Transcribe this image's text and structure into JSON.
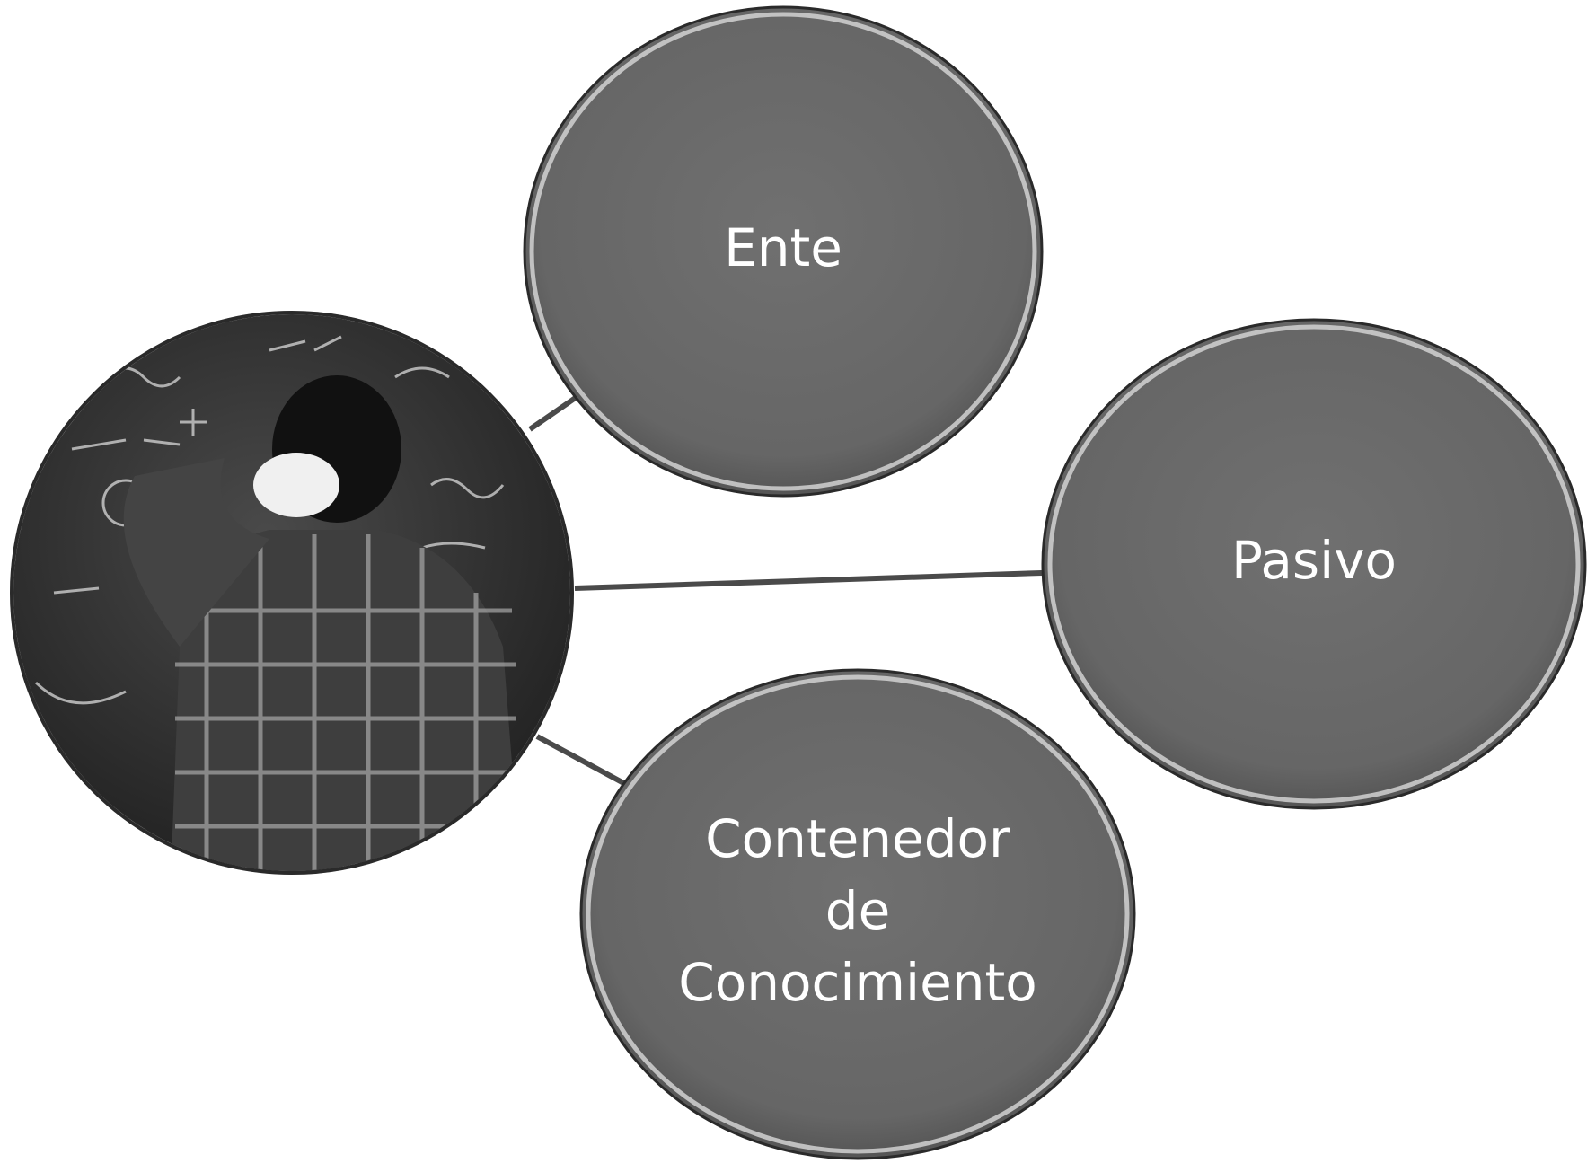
{
  "colors": {
    "node_fill": "#6b6b6b",
    "node_ring": "#d9d9d9",
    "node_outline": "#2a2a2a",
    "connector": "#4a4a4a",
    "label": "#ffffff",
    "chalkboard": "#3a3a3a",
    "chalk": "#cfcfcf"
  },
  "central_image": {
    "description_icon": "photo-person-at-chalkboard"
  },
  "nodes": [
    {
      "id": "ente",
      "label_lines": [
        "Ente"
      ]
    },
    {
      "id": "pasivo",
      "label_lines": [
        "Pasivo"
      ]
    },
    {
      "id": "contenedor",
      "label_lines": [
        "Contenedor",
        "de",
        "Conocimiento"
      ]
    }
  ]
}
